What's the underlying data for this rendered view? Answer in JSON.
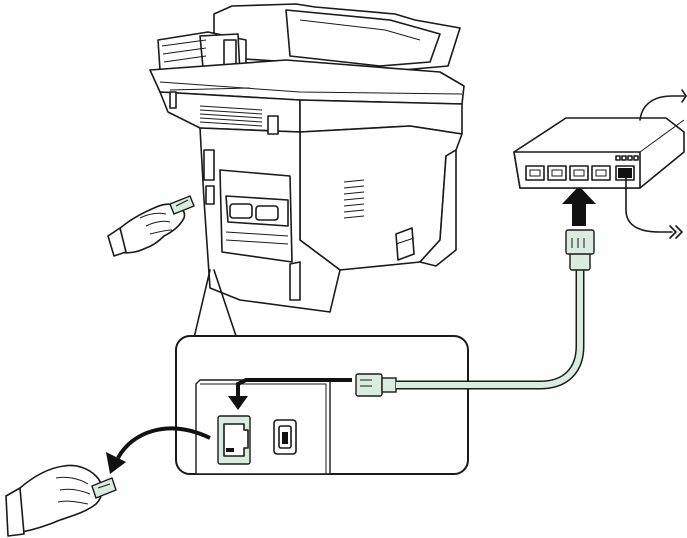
{
  "figure": {
    "caption": "",
    "parts": [
      "multifunction-printer",
      "network-hub",
      "lan-cable",
      "lan-port",
      "usb-port"
    ]
  },
  "colors": {
    "outline": "#1a1a1a",
    "cable_fill": "#d9ecdf",
    "background": "#ffffff"
  },
  "icons": {
    "hand_top": "hand-holding-connector-icon",
    "hand_bottom": "hand-unplugging-connector-icon",
    "arrow_down": "arrow-down-icon",
    "arrow_left_down": "arrow-left-down-icon",
    "arrow_curved": "curved-arrow-icon"
  }
}
